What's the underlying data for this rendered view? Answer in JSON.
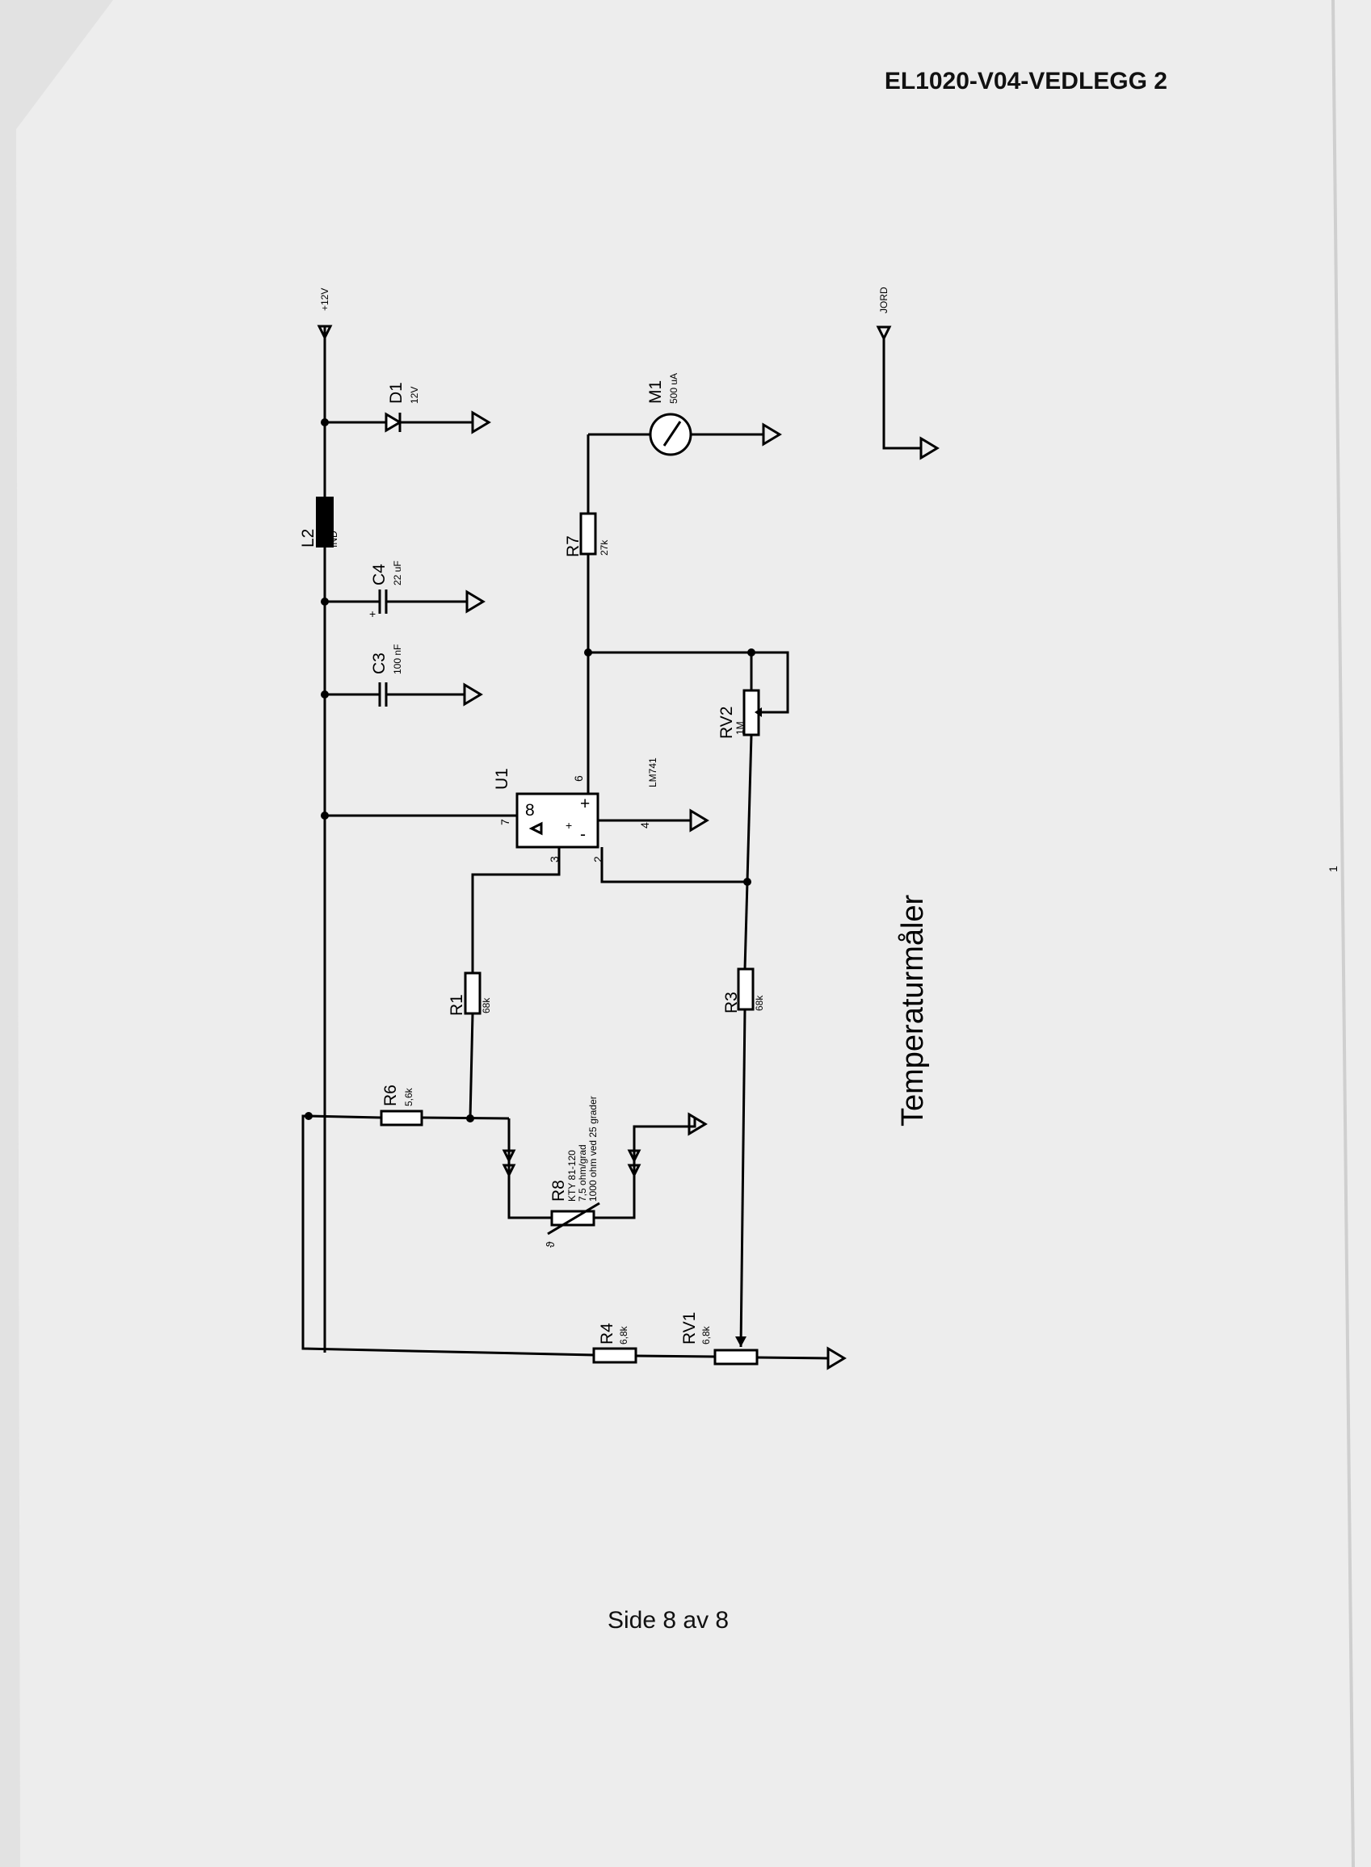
{
  "header": {
    "document_id": "EL1020-V04-VEDLEGG 2"
  },
  "footer": {
    "page_label": "Side 8 av 8"
  },
  "diagram": {
    "title": "Temperaturmåler",
    "rails": {
      "supply": "+12V",
      "ground": "JORD"
    },
    "components": {
      "D1": {
        "ref": "D1",
        "value": "12V"
      },
      "L2": {
        "ref": "L2",
        "value": "IND"
      },
      "C4": {
        "ref": "C4",
        "value": "22 uF"
      },
      "C3": {
        "ref": "C3",
        "value": "100 nF"
      },
      "U1": {
        "ref": "U1",
        "value": "LM741"
      },
      "M1": {
        "ref": "M1",
        "value": "500 uA"
      },
      "R7": {
        "ref": "R7",
        "value": "27k"
      },
      "RV2": {
        "ref": "RV2",
        "value": "1M"
      },
      "R1": {
        "ref": "R1",
        "value": "68k"
      },
      "R3": {
        "ref": "R3",
        "value": "68k"
      },
      "R6": {
        "ref": "R6",
        "value": "5,6k"
      },
      "R8": {
        "ref": "R8",
        "lines": [
          "KTY 81-120",
          "7,5 ohm/grad",
          "1000 ohm ved 25 grader"
        ]
      },
      "R4": {
        "ref": "R4",
        "value": "6,8k"
      },
      "RV1": {
        "ref": "RV1",
        "value": "6,8k"
      }
    },
    "opamp_pins": {
      "p8": "8",
      "p7": "7",
      "p6": "6",
      "p4": "4",
      "p3": "3",
      "p2": "2",
      "plus": "+",
      "minus": "-"
    },
    "margin_mark": "1"
  }
}
